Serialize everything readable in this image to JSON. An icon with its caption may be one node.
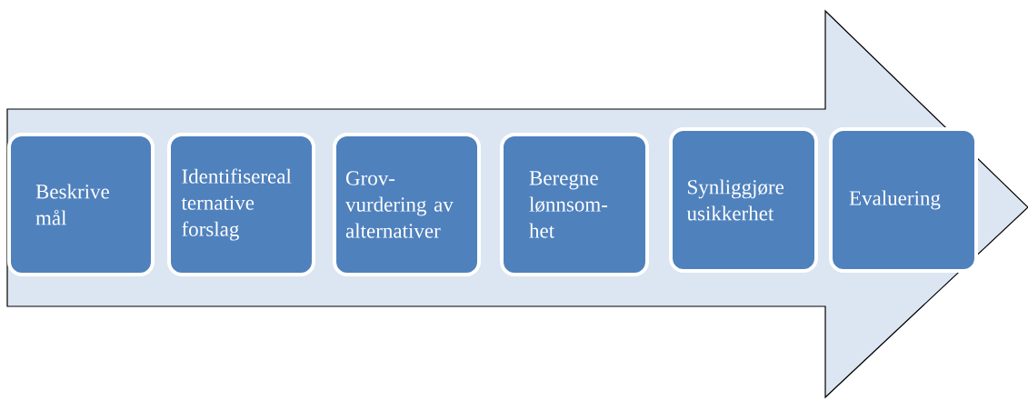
{
  "diagram": {
    "nodes": [
      {
        "text": [],
        "shape": "arrow"
      },
      {
        "text": [
          "Beskrive mål"
        ],
        "in": 0
      },
      {
        "text": [
          "Identifisereal ternative forslag"
        ],
        "in": 0
      },
      {
        "text": [
          "Grov- vurdering av alternativer"
        ],
        "in": 0
      },
      {
        "text": [
          "Beregne lønnsom- het"
        ],
        "in": 0
      },
      {
        "text": [
          "Synliggjøre usikkerhet"
        ],
        "in": 0
      },
      {
        "text": [
          "Evaluering"
        ],
        "in": 0
      }
    ]
  }
}
